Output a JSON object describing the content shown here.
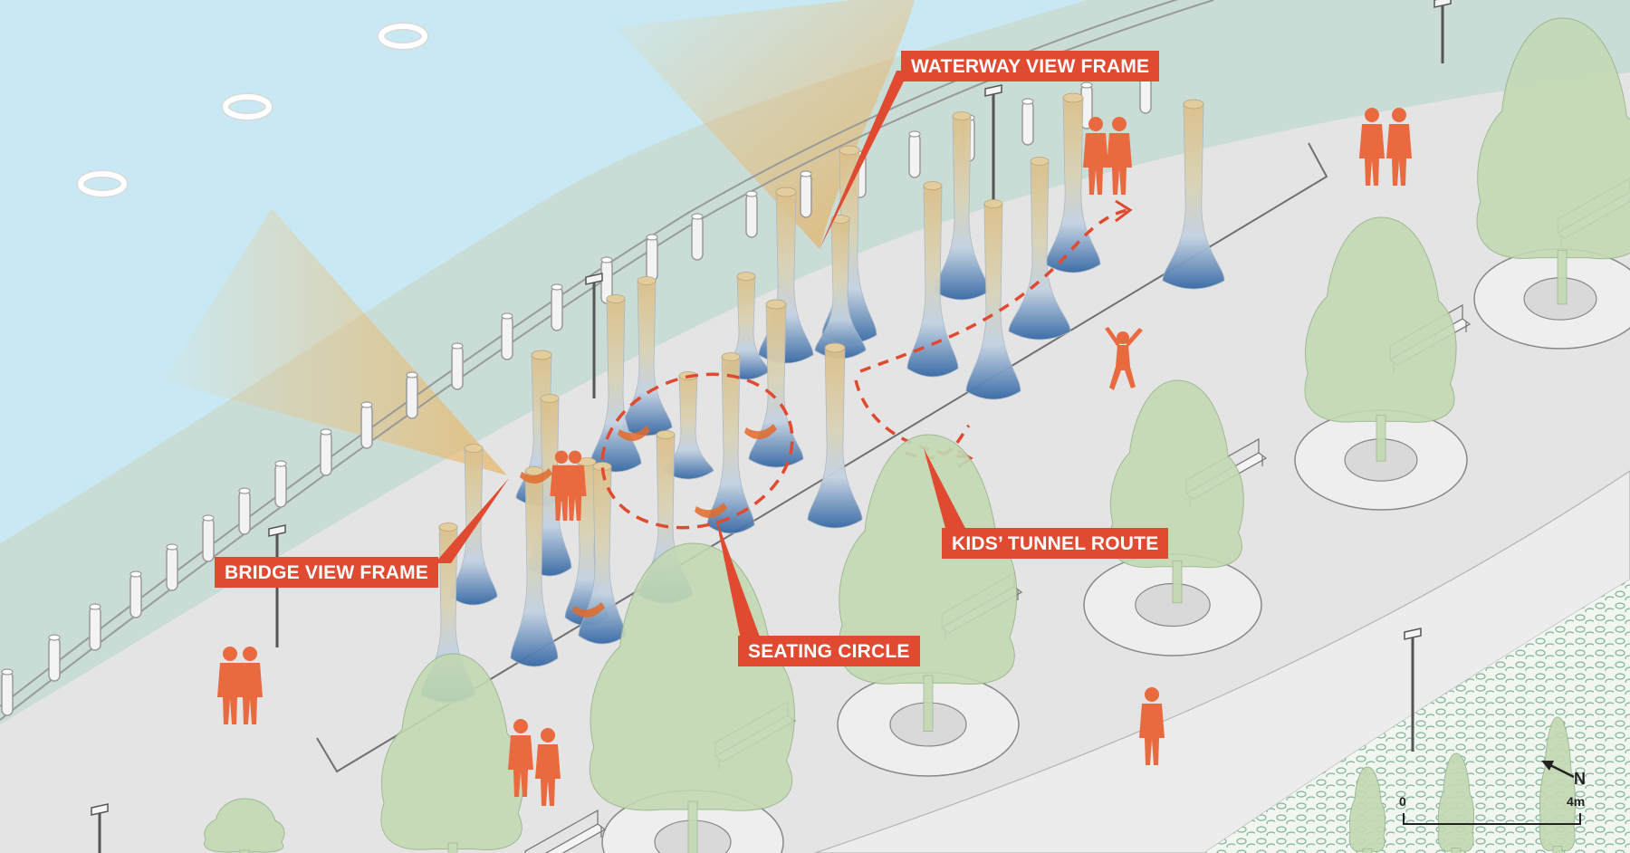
{
  "callouts": {
    "waterway_view_frame": "WATERWAY VIEW FRAME",
    "bridge_view_frame": "BRIDGE VIEW FRAME",
    "kids_tunnel_route": "KIDS’ TUNNEL ROUTE",
    "seating_circle": "SEATING CIRCLE"
  },
  "north_arrow": {
    "label": "N"
  },
  "scale_bar": {
    "start": "0",
    "end": "4m"
  },
  "colors": {
    "water": "#c8e9f4",
    "promenade": "#e5e5e5",
    "lawn_band": "#c9dcd6",
    "accent": "#e04a31",
    "tree": "#c4d9b6",
    "column_top": "#d9bd85",
    "column_base": "#3b6fa8"
  }
}
